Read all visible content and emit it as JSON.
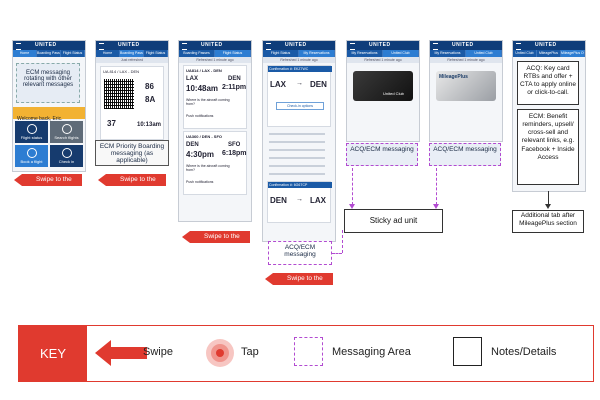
{
  "screens": {
    "s1": {
      "brand": "UNITED",
      "tabs": [
        "Home",
        "Boarding Passes",
        "Flight Status"
      ],
      "message": "ECM messaging rotating with other relevant messages",
      "welcome": "Welcome back, Eric.",
      "tiles": [
        "Flight status",
        "Search flights",
        "Book a flight",
        "Check in"
      ]
    },
    "s2": {
      "brand": "UNITED",
      "tabs": [
        "Home",
        "Boarding Passes",
        "Flight Status"
      ],
      "subbar": "Just refreshed",
      "flight": "UA 814 / LAX - DEN",
      "seat": "86",
      "group": "8A",
      "gate": "37",
      "time": "10:13am"
    },
    "s3": {
      "brand": "UNITED",
      "tabs": [
        "Boarding Passes",
        "Flight Status"
      ],
      "subbar": "Refreshed 1 minute ago",
      "f1": {
        "route": "UA814 / LAX - DEN",
        "from": "LAX",
        "to": "DEN",
        "dep": "10:48am",
        "arr": "2:11pm",
        "q": "Where is the aircraft coming from?",
        "push": "Push notifications"
      },
      "f2": {
        "route": "UA360 / DEN - SFO",
        "from": "DEN",
        "to": "SFO",
        "dep": "4:30pm",
        "arr": "6:18pm",
        "q": "Where is the aircraft coming from?",
        "push": "Push notifications"
      }
    },
    "s4": {
      "brand": "UNITED",
      "tabs": [
        "Flight Status",
        "My Reservations"
      ],
      "subbar": "Refreshed 1 minute ago",
      "conf1": "Confirmation #: EKZ7WC",
      "from": "LAX",
      "to": "DEN",
      "checkin": "Check-in options",
      "conf2": "Confirmation #: 6G6TCP",
      "from2": "DEN",
      "to2": "LAX"
    },
    "s5": {
      "brand": "UNITED",
      "tabs": [
        "My Reservations",
        "United Club"
      ],
      "subbar": "Refreshed 1 minute ago",
      "cardname": "United Club"
    },
    "s6": {
      "brand": "UNITED",
      "tabs": [
        "My Reservations",
        "United Club"
      ],
      "subbar": "Refreshed 1 minute ago",
      "cardname": "MileagePlus"
    },
    "s7": {
      "brand": "UNITED",
      "tabs": [
        "United Club",
        "MileagePlus",
        "MileagePlus Offers"
      ]
    }
  },
  "labels": {
    "ecm_priority": "ECM Priority Boarding messaging (as applicable)",
    "acq_ecm_1": "ACQ/ECM messaging",
    "acq_ecm_2": "ACQ/ECM messaging",
    "acq_ecm_3": "ACQ/ECM messaging",
    "acq_note": "ACQ: Key card RTBs and offer + CTA to apply online or click-to-call.",
    "ecm_note": "ECM: Benefit reminders, upsell/ cross-sell and relevant links, e.g. Facebook + Inside Access",
    "sticky": "Sticky ad unit",
    "additional": "Additional tab after MileagePlus section",
    "swipe": "Swipe to the left"
  },
  "key": {
    "title": "KEY",
    "swipe": "Swipe",
    "tap": "Tap",
    "messaging": "Messaging Area",
    "notes": "Notes/Details"
  },
  "colors": {
    "accent_red": "#e03a2f",
    "united_blue": "#0f3d7a",
    "messaging_purple": "#b24bd1"
  }
}
